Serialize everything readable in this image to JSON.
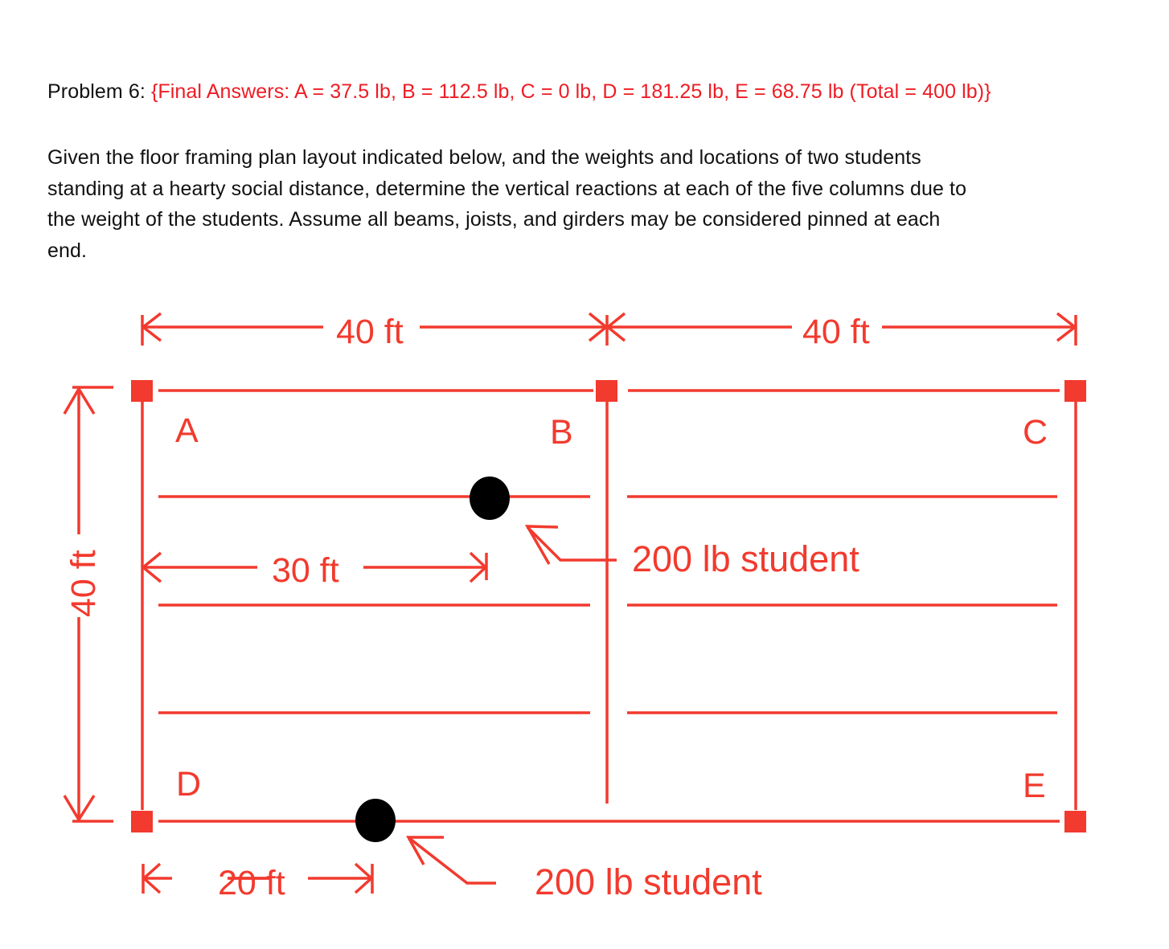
{
  "problem": {
    "label": "Problem 6:",
    "final_answers": "{Final Answers: A = 37.5 lb, B = 112.5 lb, C = 0 lb, D = 181.25 lb, E = 68.75 lb (Total = 400 lb)}",
    "answers": {
      "A": "37.5 lb",
      "B": "112.5 lb",
      "C": "0 lb",
      "D": "181.25 lb",
      "E": "68.75 lb",
      "Total": "400 lb"
    },
    "prompt_lines": [
      "Given the floor framing plan layout indicated below, and the weights and locations of two students",
      "standing at a hearty social distance, determine the vertical reactions at each of the five columns due to",
      "the weight of the students.  Assume all beams, joists, and girders may be considered pinned at each",
      "end."
    ]
  },
  "diagram": {
    "colors": {
      "structure": "#f23a2e",
      "student": "#000000",
      "answer_text": "#ee1c24"
    },
    "columns": {
      "A": "A",
      "B": "B",
      "C": "C",
      "D": "D",
      "E": "E"
    },
    "dimensions": {
      "top_left_span": "40 ft",
      "top_right_span": "40 ft",
      "left_height": "40 ft",
      "student1_offset": "30 ft",
      "student2_offset": "20 ft"
    },
    "students": [
      {
        "label": "200 lb student",
        "position": "joist 10 ft below A–B girder, 30 ft from A"
      },
      {
        "label": "200 lb student",
        "position": "girder D–E, 20 ft from D"
      }
    ]
  }
}
